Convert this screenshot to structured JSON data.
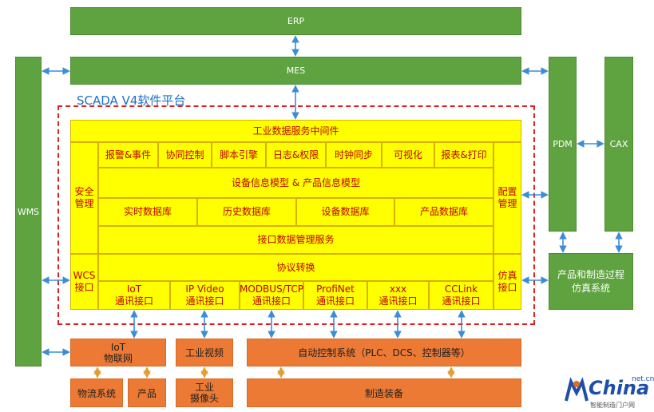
{
  "top": {
    "erp": "ERP",
    "mes": "MES"
  },
  "left": {
    "wms": "WMS"
  },
  "right": {
    "pdm": "PDM",
    "cax": "CAX",
    "sim": "产品和制造过程\n仿真系统"
  },
  "platform": {
    "title": "SCADA V4软件平台",
    "middleware": "工业数据服务中间件",
    "safety": "安全\n管理",
    "config": "配置\n管理",
    "wcs": "WCS\n接口",
    "simif": "仿真\n接口",
    "services": [
      "报警&事件",
      "协同控制",
      "脚本引擎",
      "日志&权限",
      "时钟同步",
      "可视化",
      "报表&打印"
    ],
    "model": "设备信息模型 & 产品信息模型",
    "databases": [
      "实时数据库",
      "历史数据库",
      "设备数据库",
      "产品数据库"
    ],
    "iface_service": "接口数据管理服务",
    "protocol": "协议转换",
    "comm": [
      {
        "line1": "IoT",
        "line2": "通讯接口"
      },
      {
        "line1": "IP Video",
        "line2": "通讯接口"
      },
      {
        "line1": "MODBUS/TCP",
        "line2": "通讯接口"
      },
      {
        "line1": "ProfiNet",
        "line2": "通讯接口"
      },
      {
        "line1": "xxx",
        "line2": "通讯接口"
      },
      {
        "line1": "CCLink",
        "line2": "通讯接口"
      }
    ]
  },
  "bottom": {
    "iot": "IoT\n物联网",
    "video": "工业视频",
    "auto": "自动控制系统（PLC、DCS、控制器等）",
    "logistics": "物流系统",
    "product": "产品",
    "camera": "工业\n摄像头",
    "equipment": "制造装备"
  },
  "logo": {
    "word": "China",
    "net": "net.cn",
    "sub": "智能制造门户网"
  },
  "colors": {
    "green": "#5fa340",
    "orange": "#ec7a34",
    "yellow": "#ffff00",
    "red_text": "#c00000",
    "arrow": "#3b8dd6"
  }
}
